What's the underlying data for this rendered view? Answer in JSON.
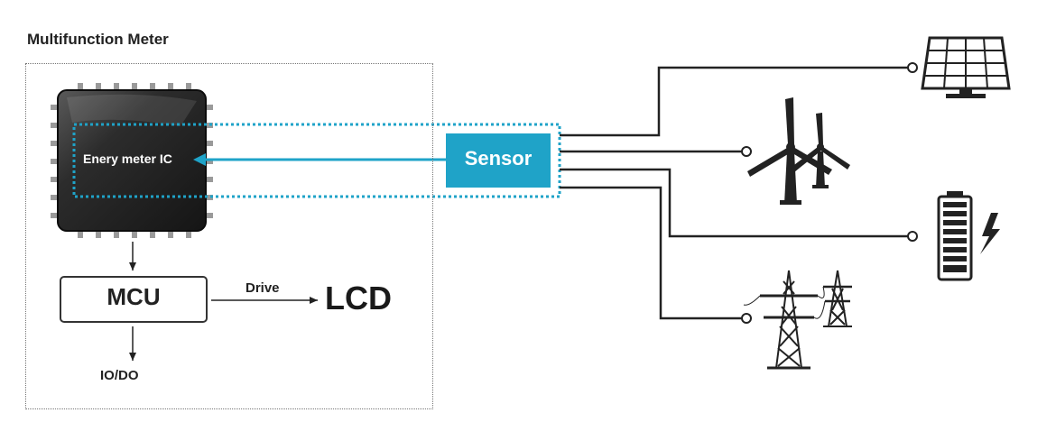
{
  "diagram": {
    "title": "Multifunction Meter",
    "ic_label": "Enery meter IC",
    "sensor_label": "Sensor",
    "mcu_label": "MCU",
    "drive_label": "Drive",
    "lcd_label": "LCD",
    "io_label": "IO/DO",
    "accent_color": "#1fa3c8",
    "sources": [
      {
        "name": "solar-panel-icon"
      },
      {
        "name": "wind-turbine-icon"
      },
      {
        "name": "battery-icon"
      },
      {
        "name": "power-tower-icon"
      }
    ]
  }
}
